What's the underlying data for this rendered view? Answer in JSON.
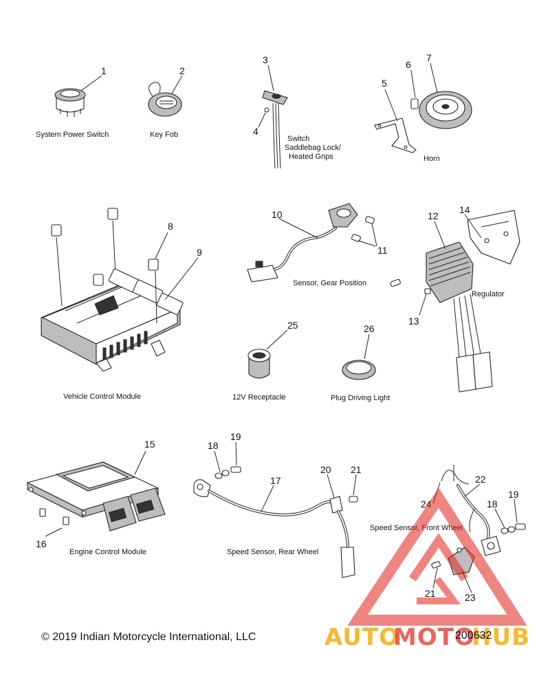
{
  "labels": {
    "system_power_switch": "System Power Switch",
    "key_fob": "Key Fob",
    "switch_line1": "Switch",
    "switch_line2": "Saddlebag Lock/",
    "switch_line3": "Heated Grips",
    "horn": "Horn",
    "vehicle_control_module": "Vehicle Control Module",
    "sensor_gear_position": "Sensor, Gear Position",
    "regulator": "Regulator",
    "receptacle": "12V Receptacle",
    "plug_driving_light": "Plug Driving Light",
    "engine_control_module": "Engine Control Module",
    "speed_sensor_rear": "Speed Sensor, Rear Wheel",
    "speed_sensor_front": "Speed Sensor, Front Wheel"
  },
  "callouts": {
    "n1": "1",
    "n2": "2",
    "n3": "3",
    "n4": "4",
    "n5": "5",
    "n6": "6",
    "n7": "7",
    "n8": "8",
    "n9": "9",
    "n10": "10",
    "n11": "11",
    "n12": "12",
    "n13": "13",
    "n14": "14",
    "n15": "15",
    "n16": "16",
    "n17": "17",
    "n18a": "18",
    "n19a": "19",
    "n20": "20",
    "n21a": "21",
    "n22": "22",
    "n24": "24",
    "n18b": "18",
    "n19b": "19",
    "n21b": "21",
    "n23": "23",
    "n25": "25",
    "n26": "26"
  },
  "footer": {
    "copyright": "© 2019 Indian Motorcycle International, LLC",
    "diagram_number": "200632"
  },
  "watermark": {
    "part1": "AUTO",
    "part2": "MOTO",
    "part3": "HUB",
    "color_red": "#e2231a",
    "color_yellow": "#f5a800"
  }
}
